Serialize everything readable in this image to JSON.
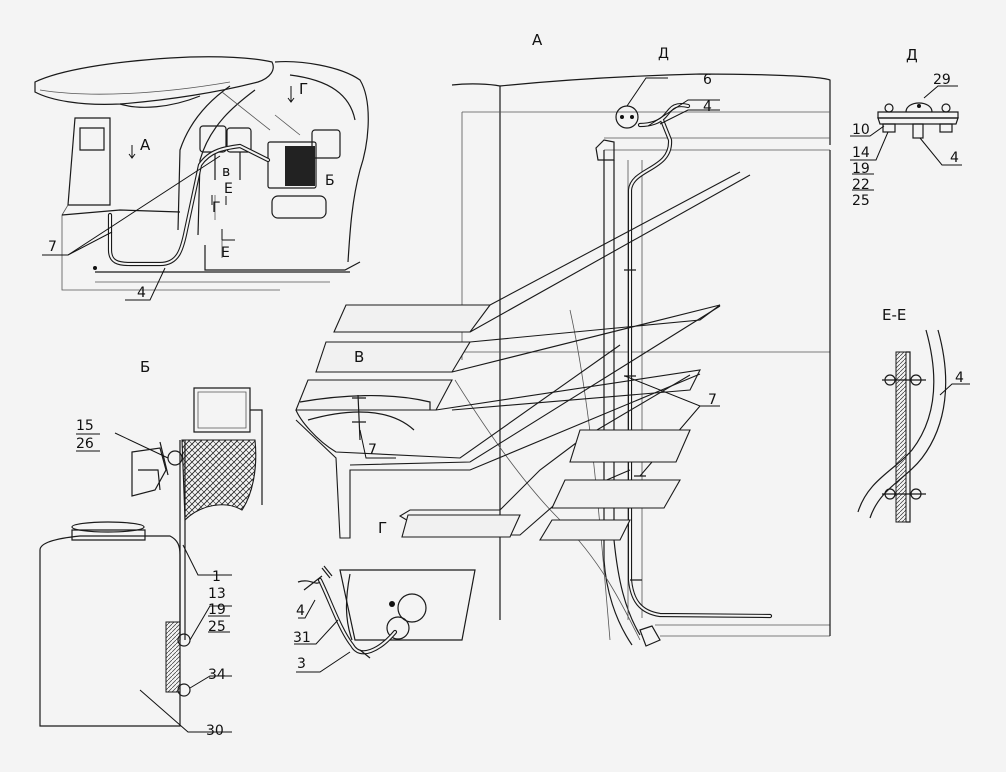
{
  "views": {
    "a_main": "А",
    "a_small": "А",
    "b_label": "Б",
    "b_small": "Б",
    "v_small": "в",
    "v_label": "В",
    "g_small": "Г",
    "g_label": "Г",
    "g_small2": "Г",
    "d_label": "Д",
    "d_callout": "Д",
    "e_label": "Е-Е",
    "e_small1": "Е",
    "e_small2": "Е"
  },
  "callouts": {
    "c1": "1",
    "c3": "3",
    "c4_overview": "4",
    "c4_a": "4",
    "c4_d": "4",
    "c4_e": "4",
    "c4_g": "4",
    "c6": "6",
    "c7_overview": "7",
    "c7_a": "7",
    "c7_v": "7",
    "c10": "10",
    "c13": "13",
    "c14": "14",
    "c15": "15",
    "c19_b": "19",
    "c19_d": "19",
    "c22": "22",
    "c25_b": "25",
    "c25_d": "25",
    "c26": "26",
    "c29": "29",
    "c30": "30",
    "c31": "31",
    "c34": "34"
  }
}
